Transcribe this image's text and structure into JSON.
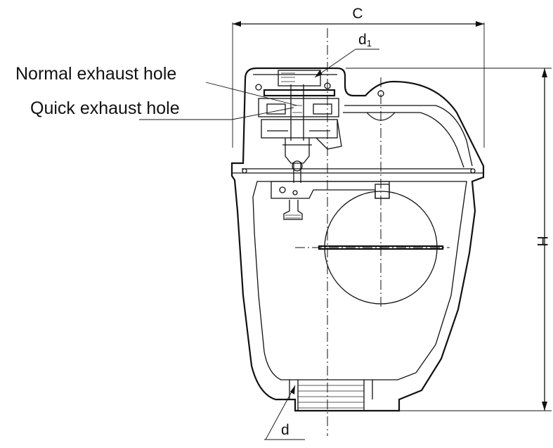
{
  "labels": {
    "normal_exhaust_hole": "Normal exhaust hole",
    "quick_exhaust_hole": "Quick exhaust hole"
  },
  "dimensions": {
    "width": "C",
    "height": "H",
    "inlet_diameter": "d",
    "outlet_diameter_base": "d",
    "outlet_diameter_sub": "1"
  },
  "colors": {
    "line": "#111111",
    "background": "#ffffff"
  }
}
